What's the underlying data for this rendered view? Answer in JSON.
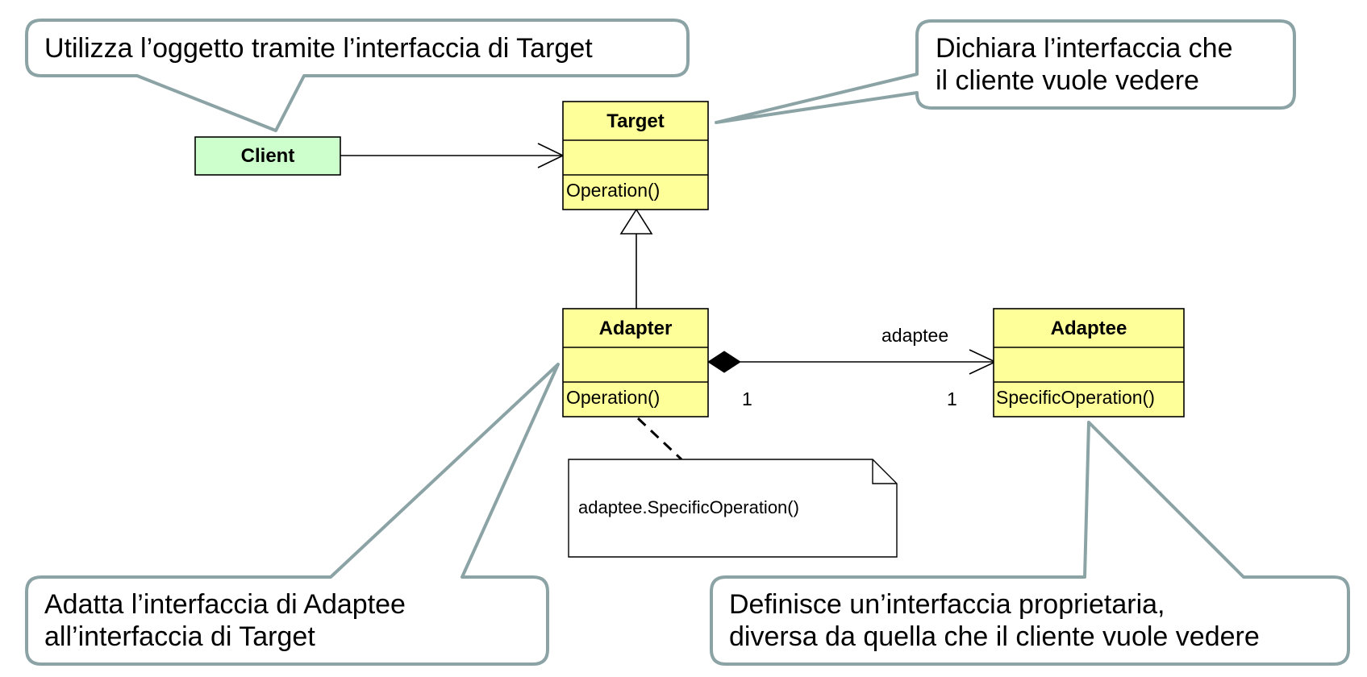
{
  "colors": {
    "class_fill": "#ffff99",
    "client_fill": "#ccffcc",
    "callout_stroke": "#8ca3a6",
    "line": "#000000"
  },
  "callouts": {
    "client_note": "Utilizza l’oggetto tramite l’interfaccia di Target",
    "target_note": {
      "line1": "Dichiara l’interfaccia che",
      "line2": "il cliente vuole vedere"
    },
    "adapter_note": {
      "line1": "Adatta l’interfaccia di Adaptee",
      "line2": "all’interfaccia di Target"
    },
    "adaptee_note": {
      "line1": "Definisce un’interfaccia proprietaria,",
      "line2": "diversa da quella che il cliente vuole vedere"
    }
  },
  "classes": {
    "client": {
      "name": "Client"
    },
    "target": {
      "name": "Target",
      "operation": "Operation()"
    },
    "adapter": {
      "name": "Adapter",
      "operation": "Operation()"
    },
    "adaptee": {
      "name": "Adaptee",
      "operation": "SpecificOperation()"
    }
  },
  "association": {
    "role": "adaptee",
    "source_multiplicity": "1",
    "target_multiplicity": "1"
  },
  "code_note": {
    "text": "adaptee.SpecificOperation()"
  }
}
